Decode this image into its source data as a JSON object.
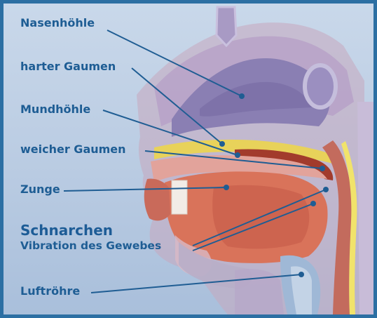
{
  "labels": {
    "nasal_cavity": "Nasenhöhle",
    "hard_palate": "harter Gaumen",
    "oral_cavity": "Mundhöhle",
    "soft_palate": "weicher Gaumen",
    "tongue": "Zunge",
    "snoring_title": "Schnarchen",
    "snoring_subtitle": "Vibration des Gewebes",
    "trachea": "Luftröhre"
  },
  "colors": {
    "frame": "#2c6fa3",
    "background": "#c0d2e7",
    "label_text": "#1e5d94",
    "leader_line": "#1f5d93",
    "nasal_cavity": "#8a7fb3",
    "palate": "#e8d25a",
    "tissue": "#d9735a",
    "airway": "#f1e36b"
  }
}
